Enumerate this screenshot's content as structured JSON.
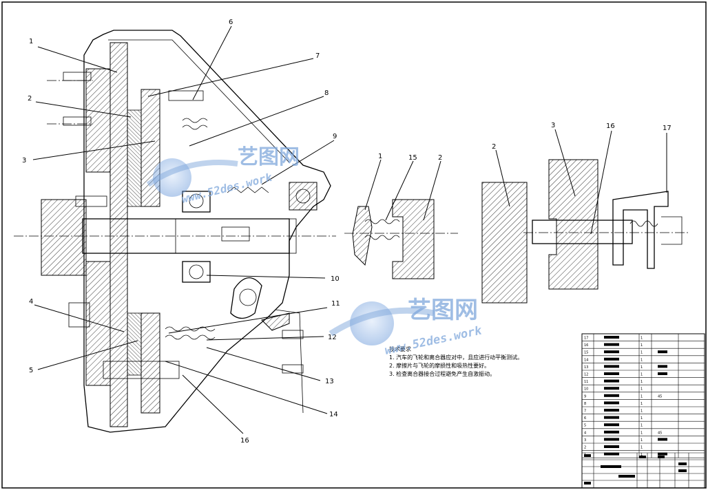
{
  "callouts_main": [
    "1",
    "2",
    "3",
    "4",
    "5",
    "6",
    "7",
    "8",
    "9",
    "10",
    "11",
    "12",
    "13",
    "14",
    "16"
  ],
  "callouts_detail_a": [
    "1",
    "15",
    "2"
  ],
  "callouts_detail_b": [
    "2",
    "3",
    "16",
    "17"
  ],
  "technical_requirements": {
    "title": "技术要求",
    "items": [
      "1. 汽车的飞轮和离合器应对中，且应进行动平衡测试。",
      "2. 摩擦片与飞轮的摩损性和吸热性要好。",
      "3. 检查离合器接合过程避免产生自激振动。"
    ]
  },
  "watermark": {
    "brand": "艺图网",
    "url": "www.52des.work"
  },
  "bom_rows": [
    "17",
    "16",
    "15",
    "14",
    "13",
    "12",
    "11",
    "10",
    "9",
    "8",
    "7",
    "6",
    "5",
    "4",
    "3",
    "2",
    "1"
  ],
  "bom_material_45": "45",
  "colors": {
    "line": "#000000",
    "watermark": "#7fa8dc"
  }
}
